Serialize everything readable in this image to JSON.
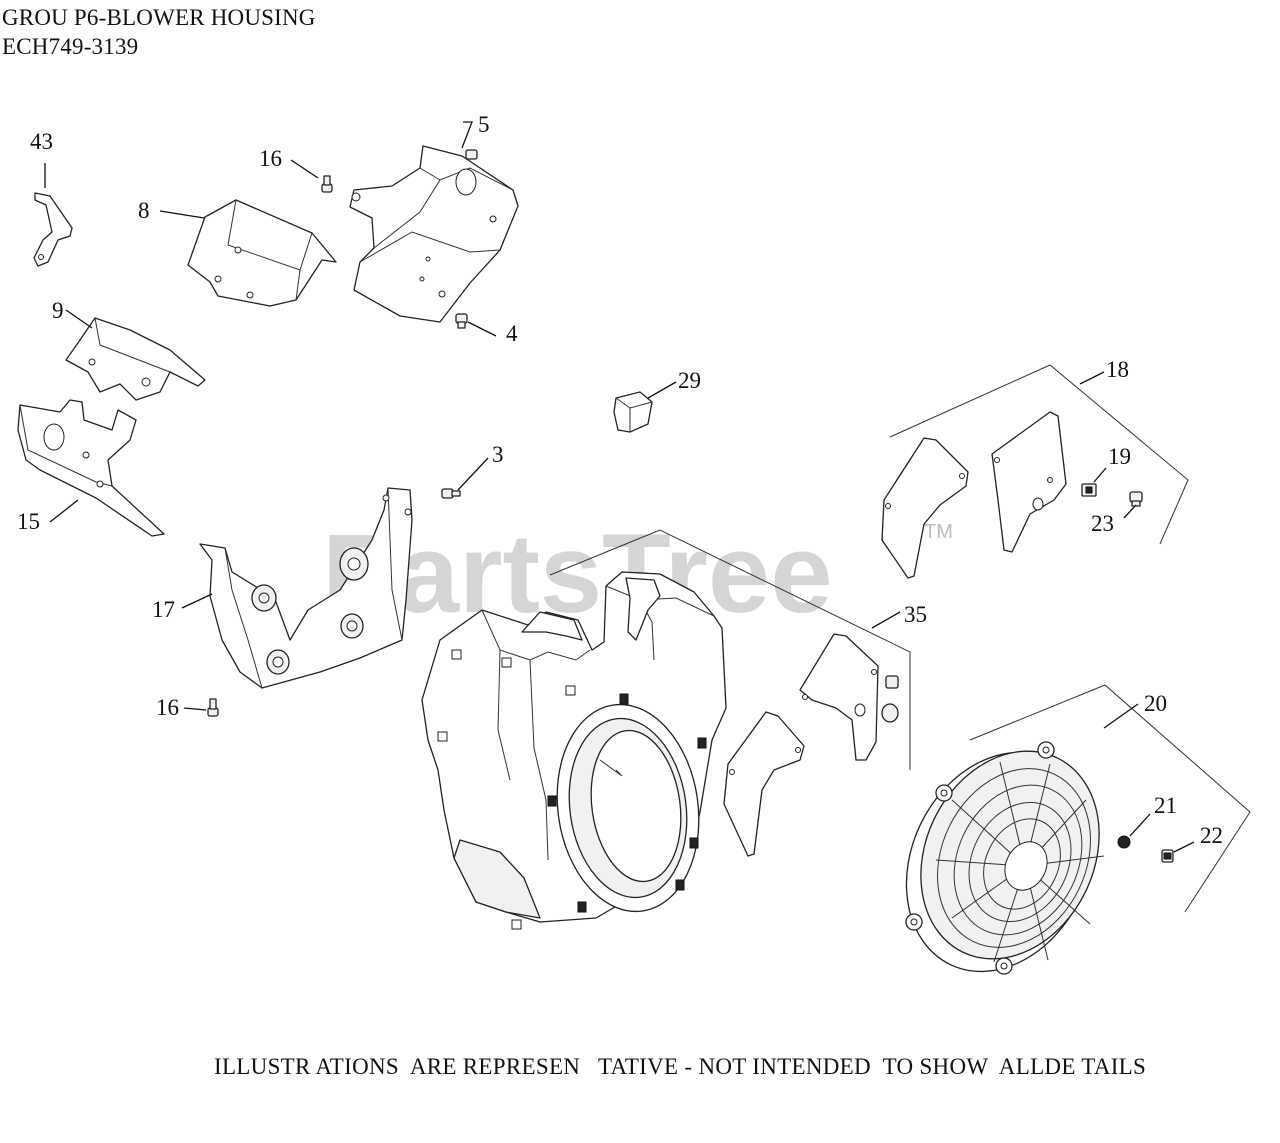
{
  "header": {
    "title": "GROU P6-BLOWER HOUSING",
    "model": "ECH749-3139"
  },
  "footer": {
    "note": "ILLUSTR ATIONS  ARE REPRESEN   TATIVE - NOT INTENDED  TO SHOW  ALLDE TAILS"
  },
  "watermark": {
    "text": "PartsTree",
    "tm": "TM"
  },
  "callouts": {
    "c43": "43",
    "c16a": "16",
    "c5": "5",
    "c8": "8",
    "c4": "4",
    "c9": "9",
    "c29": "29",
    "c18": "18",
    "c3": "3",
    "c19": "19",
    "c23": "23",
    "c15": "15",
    "c17": "17",
    "c35": "35",
    "c16b": "16",
    "c20": "20",
    "c21": "21",
    "c22": "22"
  }
}
